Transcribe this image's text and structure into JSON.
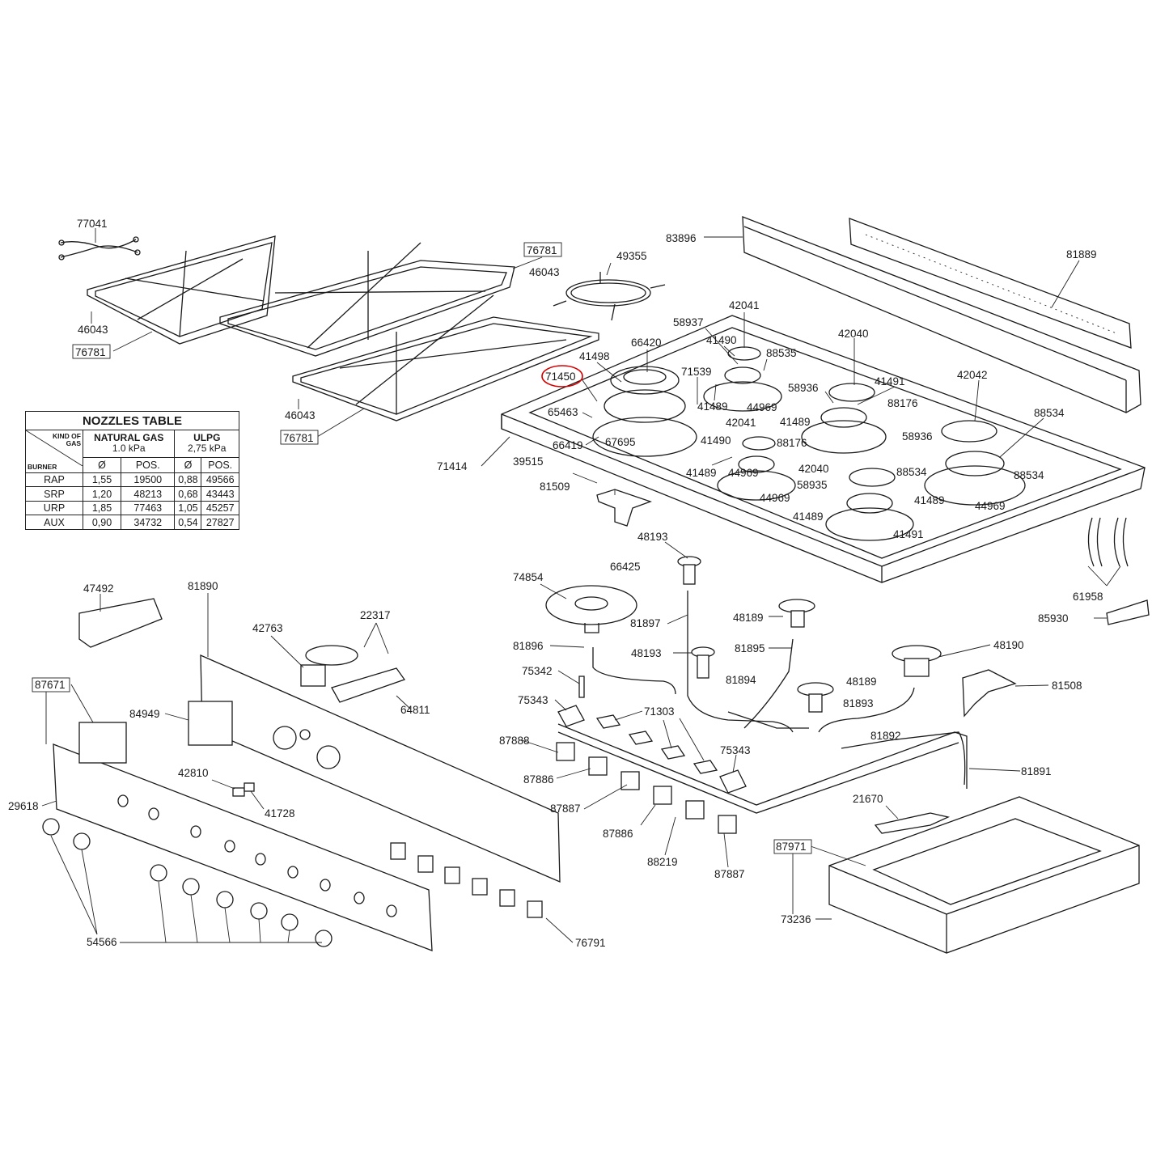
{
  "nozzle_table": {
    "title": "NOZZLES TABLE",
    "kind_of_gas": "KIND OF GAS",
    "burner": "BURNER",
    "gas_natural": "NATURAL GAS",
    "gas_natural_pressure": "1.0 kPa",
    "gas_ulpg": "ULPG",
    "gas_ulpg_pressure": "2,75 kPa",
    "col_dia": "Ø",
    "col_pos": "POS.",
    "rows": [
      {
        "burner": "RAP",
        "ng_dia": "1,55",
        "ng_pos": "19500",
        "lp_dia": "0,88",
        "lp_pos": "49566"
      },
      {
        "burner": "SRP",
        "ng_dia": "1,20",
        "ng_pos": "48213",
        "lp_dia": "0,68",
        "lp_pos": "43443"
      },
      {
        "burner": "URP",
        "ng_dia": "1,85",
        "ng_pos": "77463",
        "lp_dia": "1,05",
        "lp_pos": "45257"
      },
      {
        "burner": "AUX",
        "ng_dia": "0,90",
        "ng_pos": "34732",
        "lp_dia": "0,54",
        "lp_pos": "27827"
      }
    ]
  },
  "highlight_color": "#d40000",
  "highlighted_part": "71450",
  "labels": [
    "77041",
    "76781",
    "46043",
    "46043",
    "76781",
    "46043",
    "76781",
    "49355",
    "83896",
    "81889",
    "42041",
    "58937",
    "41490",
    "88535",
    "66420",
    "41498",
    "71450",
    "71539",
    "42040",
    "41491",
    "42042",
    "65463",
    "41489",
    "44969",
    "58936",
    "88176",
    "88534",
    "66419",
    "42041",
    "41489",
    "41490",
    "88176",
    "58936",
    "67695",
    "71414",
    "39515",
    "41489",
    "42040",
    "88534",
    "88534",
    "44969",
    "58935",
    "41489",
    "44969",
    "81509",
    "41489",
    "44969",
    "41491",
    "48193",
    "66425",
    "74854",
    "61958",
    "85930",
    "48189",
    "81897",
    "48190",
    "81896",
    "48193",
    "81895",
    "75342",
    "81894",
    "48189",
    "81508",
    "75343",
    "71303",
    "81893",
    "87888",
    "75343",
    "81892",
    "87886",
    "81891",
    "87887",
    "21670",
    "87886",
    "88219",
    "87887",
    "87971",
    "73236",
    "47492",
    "81890",
    "22317",
    "42763",
    "64811",
    "87671",
    "84949",
    "42810",
    "41728",
    "29618",
    "54566",
    "76791"
  ]
}
